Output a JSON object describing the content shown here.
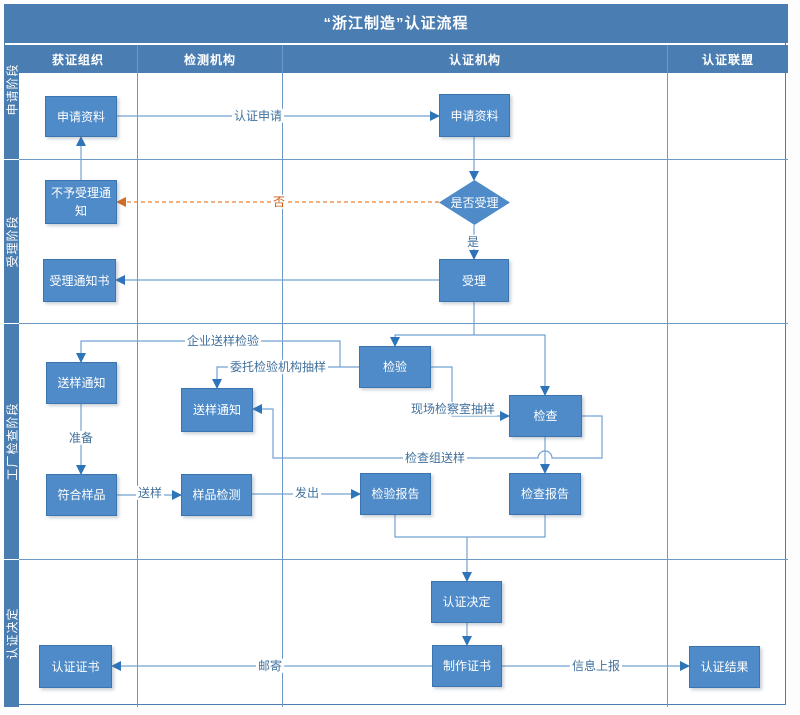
{
  "title": "“浙江制造”认证流程",
  "columns": {
    "c1": "获证组织",
    "c2": "检测机构",
    "c3": "认证机构",
    "c4": "认证联盟"
  },
  "stages": {
    "s1": "申请阶段",
    "s2": "受理阶段",
    "s3": "工厂检查阶段",
    "s4": "认证决定"
  },
  "nodes": {
    "apply_docs_org": "申请资料",
    "apply_docs_cert": "申请资料",
    "reject_notice": "不予受理通知",
    "accept_decision": "是否受理",
    "accept_notice": "受理通知书",
    "accept": "受理",
    "sample_notice_org": "送样通知",
    "inspection": "检验",
    "sample_notice_test": "送样通知",
    "check": "检查",
    "conforming_sample": "符合样品",
    "sample_testing": "样品检测",
    "inspection_report": "检验报告",
    "check_report": "检查报告",
    "cert_decision": "认证决定",
    "make_cert": "制作证书",
    "certificate": "认证证书",
    "cert_result": "认证结果"
  },
  "edge_labels": {
    "cert_apply": "认证申请",
    "no": "否",
    "yes": "是",
    "enterprise_sample": "企业送样检验",
    "entrust_sampling": "委托检验机构抽样",
    "onsite_sampling": "现场检察室抽样",
    "check_team_sample": "检查组送样",
    "prepare": "准备",
    "send_sample": "送样",
    "send_out": "发出",
    "mail": "邮寄",
    "info_report": "信息上报"
  },
  "colors": {
    "band_blue": "#4a7db1",
    "node_fill": "#4e8bc8",
    "node_border": "#3c75ad",
    "connector": "#74a2d2",
    "arrowhead": "#2e74b8",
    "reject_dash": "#ed7d31",
    "label_text": "#41719c",
    "grid": "#6d99c8"
  }
}
